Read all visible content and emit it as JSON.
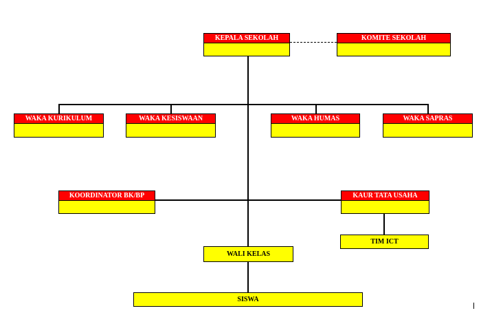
{
  "org": {
    "kepala_sekolah": "KEPALA SEKOLAH",
    "komite_sekolah": "KOMITE SEKOLAH",
    "waka_kurikulum": "WAKA KURIKULUM",
    "waka_kesiswaan": "WAKA KESISWAAN",
    "waka_humas": "WAKA HUMAS",
    "waka_sapras": "WAKA SAPRAS",
    "koordinator_bk": "KOORDINATOR BK/BP",
    "kaur_tata_usaha": "KAUR TATA USAHA",
    "tim_ict": "TIM ICT",
    "wali_kelas": "WALI KELAS",
    "siswa": "SISWA"
  },
  "colors": {
    "header": "#ff0000",
    "box": "#ffff00",
    "line": "#000000"
  }
}
